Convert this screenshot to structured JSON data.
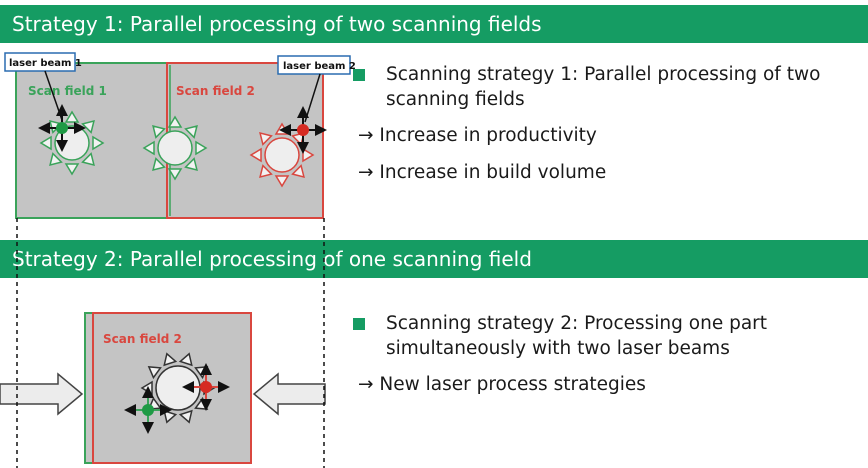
{
  "strategy1": {
    "title": "Strategy 1: Parallel processing of two scanning fields",
    "labels": {
      "laser_beam_1": "laser beam 1",
      "laser_beam_2": "laser beam 2",
      "scan_field_1": "Scan field 1",
      "scan_field_2": "Scan field 2"
    },
    "bullet": "Scanning strategy 1: Parallel processing of two scanning fields",
    "bullet_line1": "Scanning strategy 1: Parallel processing of two",
    "bullet_line2": "scanning fields",
    "points": [
      "→ Increase in productivity",
      "→ Increase in build volume"
    ]
  },
  "strategy2": {
    "title": "Strategy 2: Parallel processing of one scanning field",
    "labels": {
      "scan_field_2": "Scan field 2"
    },
    "bullet_line1": "Scanning strategy 2: Processing one part",
    "bullet_line2": "simultaneously with two laser beams",
    "points": [
      "→ New laser process strategies"
    ]
  },
  "colors": {
    "banner": "#159c63",
    "field_green": "#3aa35a",
    "field_red": "#d9473f",
    "field_fill": "#c4c4c4"
  }
}
